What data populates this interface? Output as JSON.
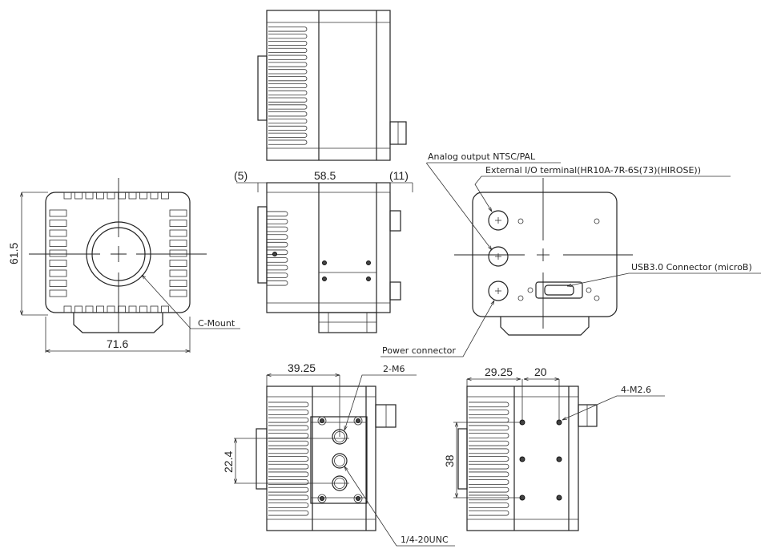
{
  "dimensions": {
    "side_front_offset": "(5)",
    "side_length": "58.5",
    "side_rear_offset": "(11)",
    "front_height": "61.5",
    "front_width": "71.6",
    "bottom_left_offset": "39.25",
    "bottom_left_spacing": "22.4",
    "bottom_right_offset": "29.25",
    "bottom_right_pitch": "20",
    "bottom_right_spacing": "38"
  },
  "callouts": {
    "c_mount": "C-Mount",
    "analog_output": "Analog output NTSC/PAL",
    "external_io": "External I/O terminal(HR10A-7R-6S(73)(HIROSE))",
    "usb": "USB3.0 Connector (microB)",
    "power": "Power connector",
    "m6": "2-M6",
    "unc": "1/4-20UNC",
    "m26": "4-M2.6"
  },
  "colors": {
    "line": "#222222",
    "background": "#ffffff"
  }
}
